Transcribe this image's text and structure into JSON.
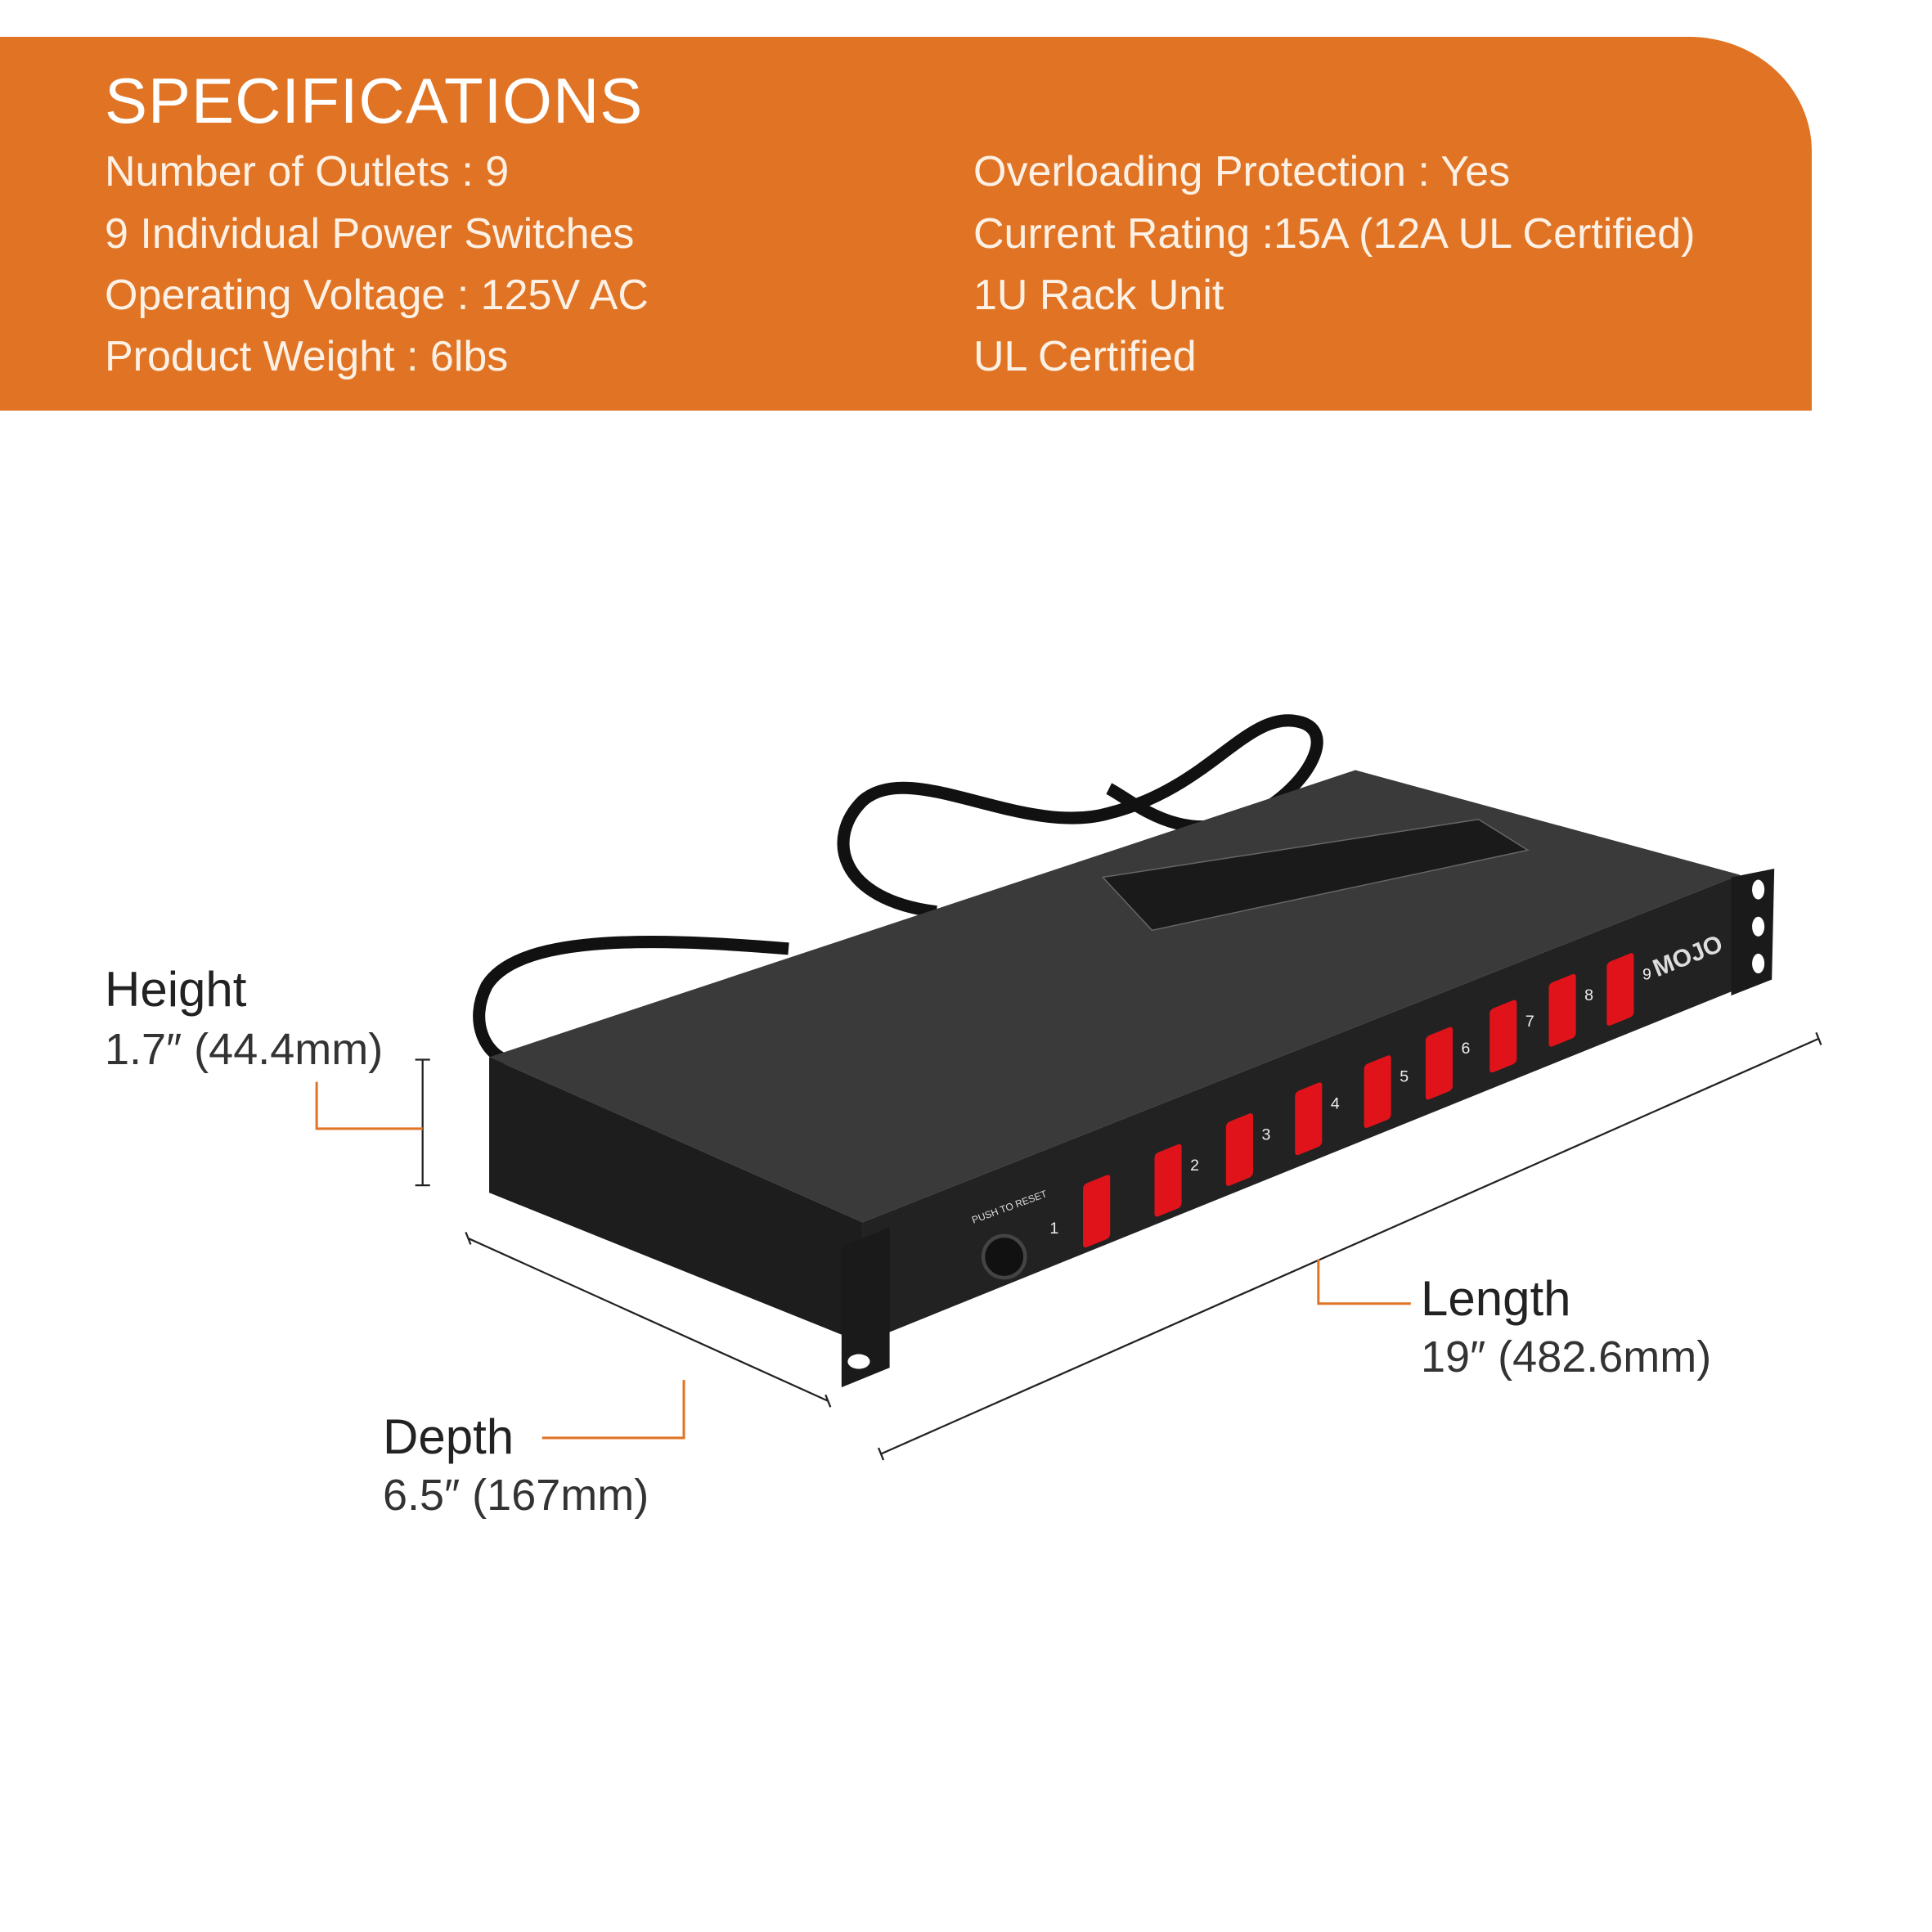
{
  "specifications": {
    "title": "SPECIFICATIONS",
    "left": [
      "Number of Outlets : 9",
      "9 Individual Power Switches",
      "Operating Voltage : 125V AC",
      "Product Weight : 6lbs"
    ],
    "right": [
      "Overloading Protection : Yes",
      "Current Rating :15A (12A UL Certified)",
      "1U Rack Unit",
      "UL Certified"
    ]
  },
  "dimensions": {
    "height": {
      "label": "Height",
      "value": "1.7″ (44.4mm)"
    },
    "depth": {
      "label": "Depth",
      "value": "6.5″ (167mm)"
    },
    "length": {
      "label": "Length",
      "value": "19″ (482.6mm)"
    }
  },
  "product": {
    "reset_label": "PUSH TO RESET",
    "brand": "MOJO",
    "switch_numbers": [
      "1",
      "2",
      "3",
      "4",
      "5",
      "6",
      "7",
      "8",
      "9"
    ]
  },
  "colors": {
    "accent": "#e07424",
    "switch": "#e0131a",
    "body": "#2b2b2b"
  }
}
